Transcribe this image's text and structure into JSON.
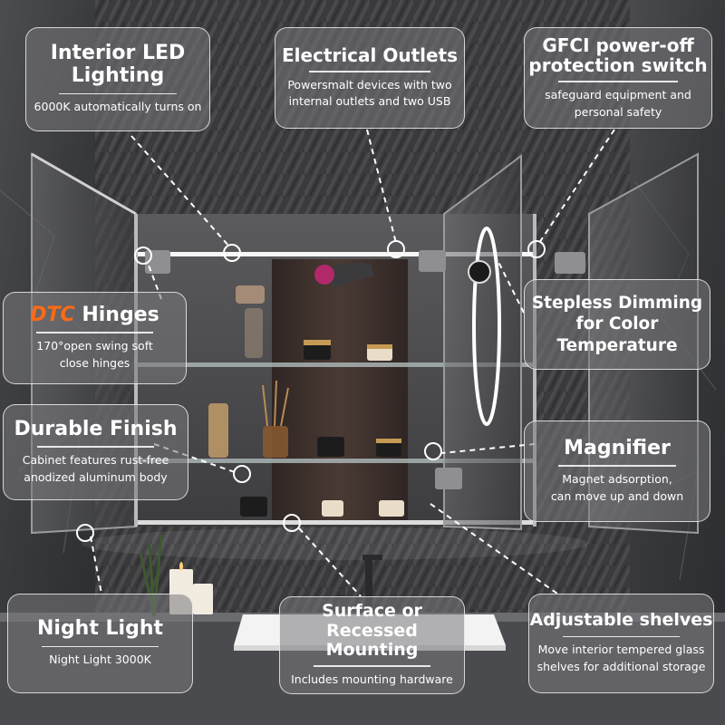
{
  "callouts": {
    "interior_led": {
      "title_line1": "Interior LED",
      "title_line2": "Lighting",
      "desc": "6000K automatically turns on"
    },
    "outlets": {
      "title": "Electrical Outlets",
      "desc_line1": "Powersmalt devices with two",
      "desc_line2": "internal outlets and two USB"
    },
    "gfci": {
      "title_line1": "GFCI power-off",
      "title_line2": "protection switch",
      "desc_line1": "safeguard equipment and",
      "desc_line2": "personal safety"
    },
    "hinges": {
      "brand": "DTC",
      "title": "Hinges",
      "desc_line1": "170°open swing soft",
      "desc_line2": "close hinges"
    },
    "dimming": {
      "title_line1": "Stepless Dimming",
      "title_line2": "for Color",
      "title_line3": "Temperature"
    },
    "finish": {
      "title": "Durable Finish",
      "desc_line1": "Cabinet features rust-free",
      "desc_line2": "anodized aluminum body"
    },
    "magnifier": {
      "title": "Magnifier",
      "desc_line1": "Magnet adsorption,",
      "desc_line2": "can move up and down"
    },
    "night_light": {
      "title": "Night Light",
      "desc": "Night Light 3000K"
    },
    "mounting": {
      "title_line1": "Surface or Recessed",
      "title_line2": "Mounting",
      "desc": "Includes mounting hardware"
    },
    "shelves": {
      "title": "Adjustable shelves",
      "desc_line1": "Move interior tempered glass",
      "desc_line2": "shelves for additional storage"
    }
  },
  "colors": {
    "brand_accent": "#ff6a13",
    "card_border": "#ffffff",
    "led_strip": "#ffffff"
  }
}
